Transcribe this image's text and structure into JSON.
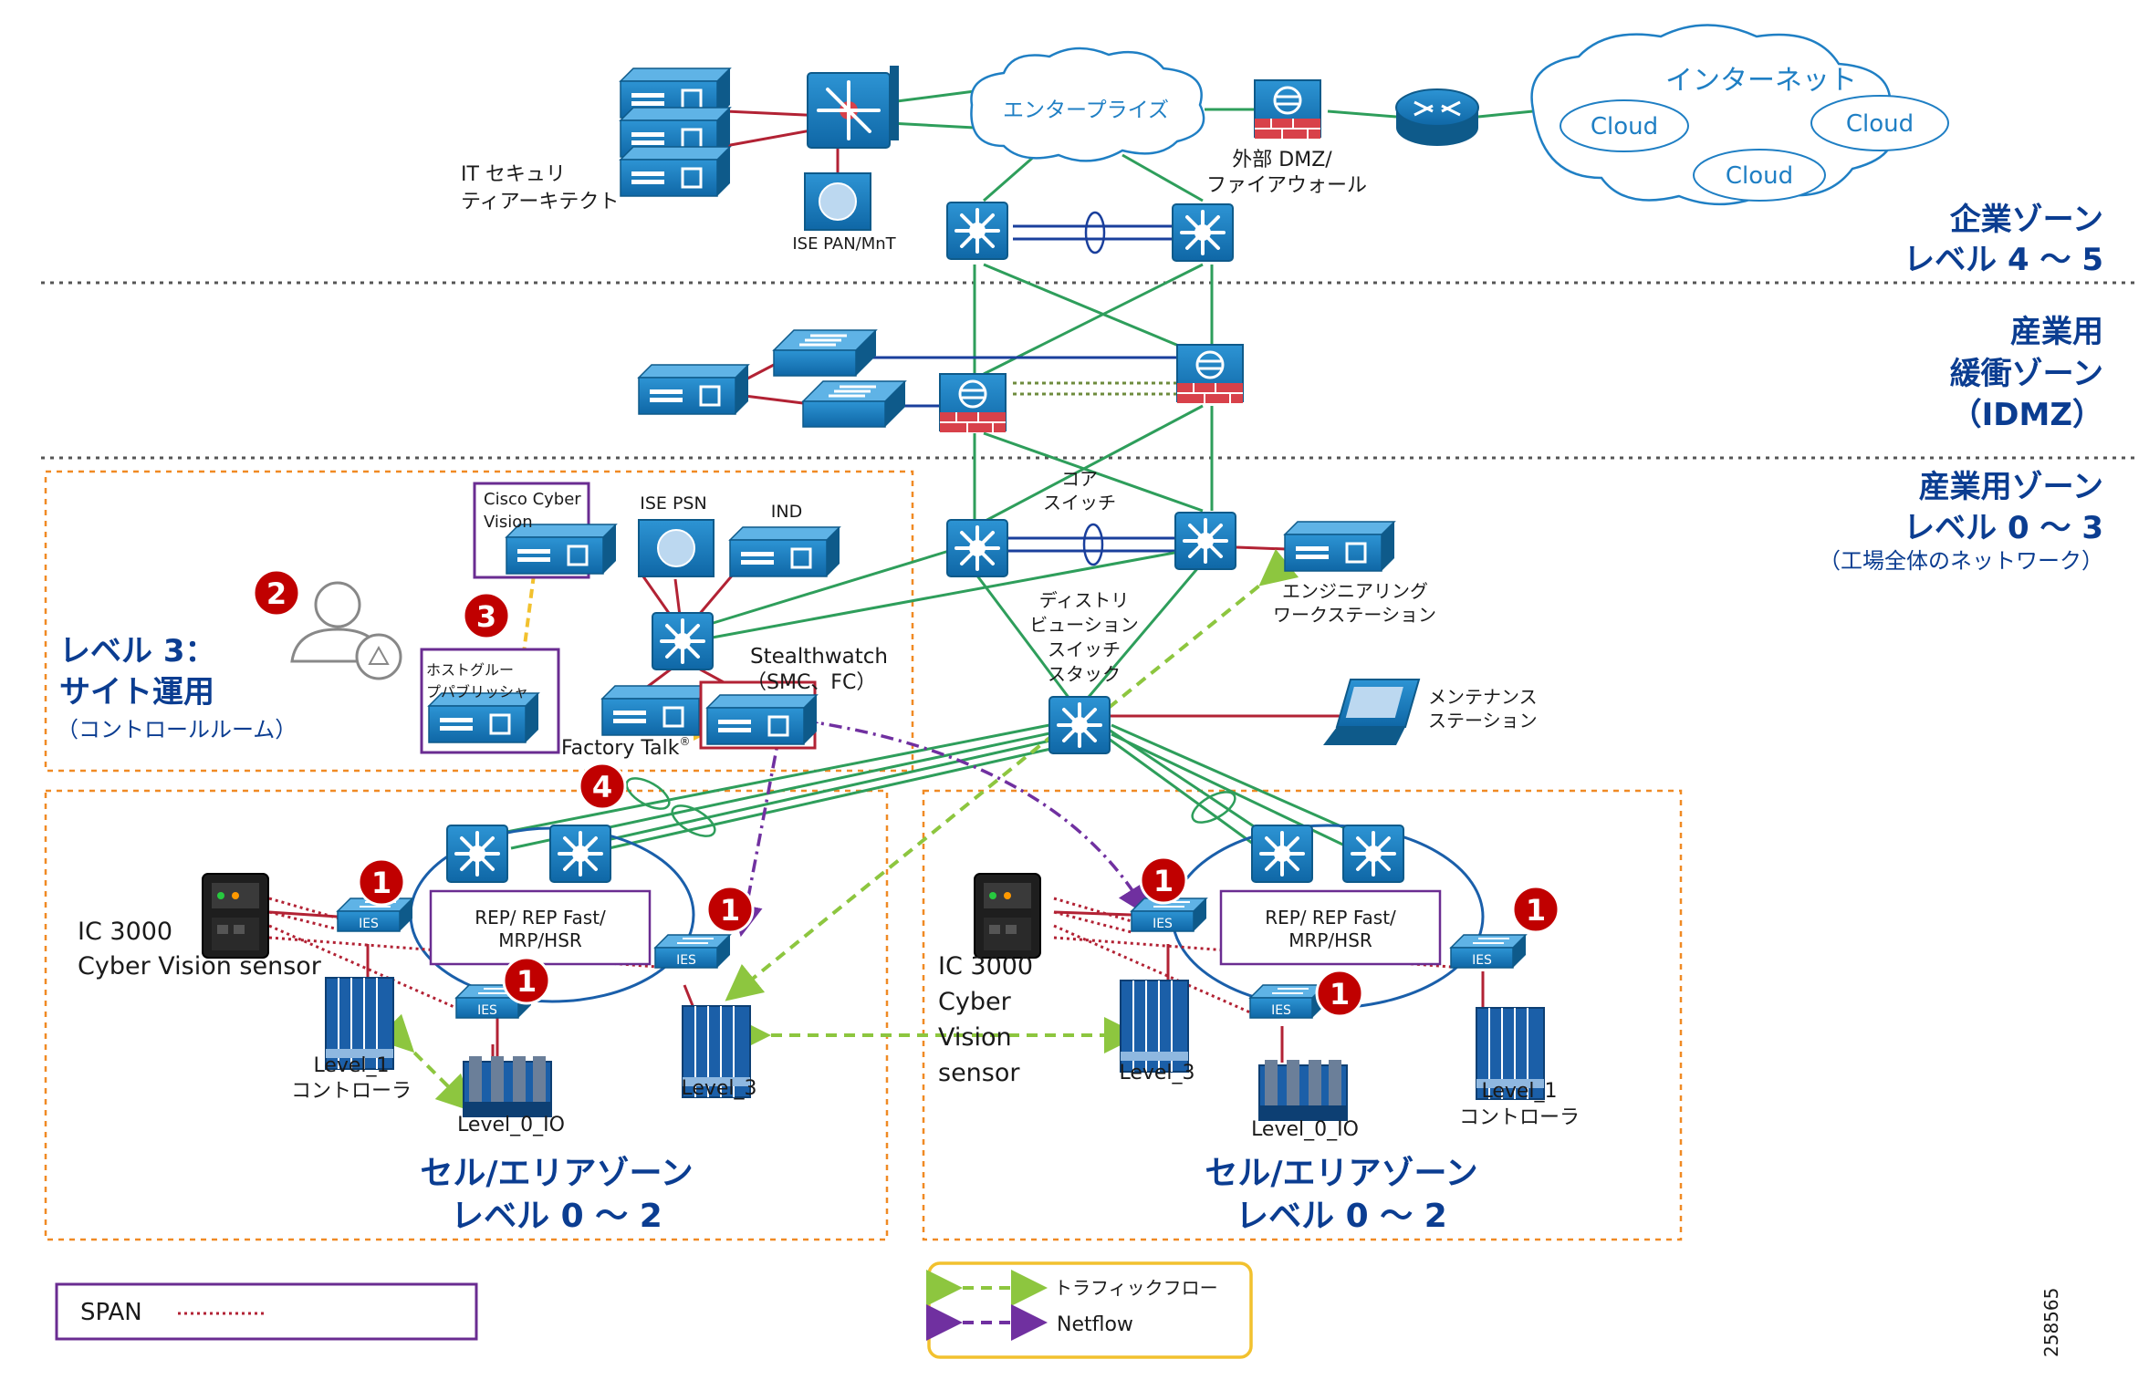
{
  "colors": {
    "device_blue": "#1b7fc0",
    "device_dark": "#0e5a8a",
    "link_green": "#2e9e5b",
    "link_red": "#b22234",
    "link_blue": "#1a3f9c",
    "traffic_green": "#8dc63f",
    "netflow_purple": "#7030a0",
    "zone_orange": "#f08a24",
    "label_navy": "#0b3d91",
    "badge_red": "#c00000",
    "legend_yellow": "#f2c12e",
    "purple_box": "#6a2c91"
  },
  "cloud": {
    "internet": "インターネット",
    "cloud_a": "Cloud",
    "cloud_b": "Cloud",
    "cloud_c": "Cloud",
    "enterprise": "エンタープライズ"
  },
  "labels": {
    "it_security_1": "IT セキュリ",
    "it_security_2": "ティアーキテクト",
    "ise_pan": "ISE PAN/MnT",
    "dmz_1": "外部 DMZ/",
    "dmz_2": "ファイアウォール",
    "core_1": "コア",
    "core_2": "スイッチ",
    "dist_1": "ディストリ",
    "dist_2": "ビューション",
    "dist_3": "スイッチ",
    "dist_4": "スタック",
    "eng_1": "エンジニアリング",
    "eng_2": "ワークステーション",
    "maint_1": "メンテナンス",
    "maint_2": "ステーション",
    "ccv_1": "Cisco Cyber",
    "ccv_2": "Vision",
    "ise_psn": "ISE PSN",
    "ind": "IND",
    "stealth_1": "Stealthwatch",
    "stealth_2": "（SMC、FC）",
    "factory_talk": "Factory Talk",
    "factory_talk_reg": "®",
    "hostgroup_1": "ホストグルー",
    "hostgroup_2": "プパブリッシャ",
    "rep_left_1": "REP/ REP Fast/",
    "rep_left_2": "MRP/HSR",
    "rep_right_1": "REP/ REP Fast/",
    "rep_right_2": "MRP/HSR",
    "ies": "IES",
    "ic3000_left_1": "IC 3000",
    "ic3000_left_2": "Cyber Vision sensor",
    "ic3000_right_1": "IC 3000",
    "ic3000_right_2": "Cyber",
    "ic3000_right_3": "Vision",
    "ic3000_right_4": "sensor",
    "level1_left_1": "Level_1",
    "level1_left_2": "コントローラ",
    "level0_left": "Level_0_IO",
    "level3_left": "Level_3",
    "level3_right": "Level_3",
    "level0_right": "Level_0_IO",
    "level1_right_1": "Level_1",
    "level1_right_2": "コントローラ",
    "figure_id": "258565"
  },
  "zones": {
    "enterprise_1": "企業ゾーン",
    "enterprise_2": "レベル 4 ～ 5",
    "idmz_1": "産業用",
    "idmz_2": "緩衝ゾーン",
    "idmz_3": "（IDMZ）",
    "industrial_1": "産業用ゾーン",
    "industrial_2": "レベル 0 ～ 3",
    "industrial_3": "（工場全体のネットワーク）",
    "level3_1": "レベル 3：",
    "level3_2": "サイト運用",
    "level3_3": "（コントロールルーム）",
    "cell_left_1": "セル/エリアゾーン",
    "cell_left_2": "レベル 0 ～ 2",
    "cell_right_1": "セル/エリアゾーン",
    "cell_right_2": "レベル 0 ～ 2"
  },
  "badges": [
    "1",
    "2",
    "3",
    "4"
  ],
  "legend": {
    "span": "SPAN",
    "traffic_flow": "トラフィックフロー",
    "netflow": "Netflow"
  }
}
